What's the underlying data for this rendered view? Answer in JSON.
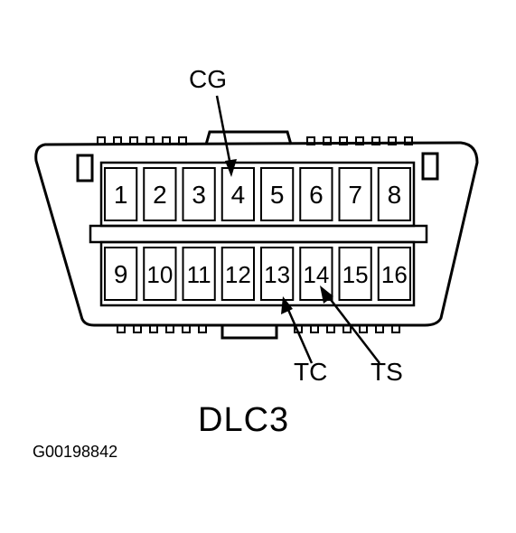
{
  "connector_name": "DLC3",
  "figure_id": "G00198842",
  "pins_top": [
    "1",
    "2",
    "3",
    "4",
    "5",
    "6",
    "7",
    "8"
  ],
  "pins_bottom": [
    "9",
    "10",
    "11",
    "12",
    "13",
    "14",
    "15",
    "16"
  ],
  "callouts": {
    "cg": "CG",
    "tc": "TC",
    "ts": "TS"
  },
  "callout_pins": {
    "cg": "4",
    "tc": "13",
    "ts": "14"
  }
}
